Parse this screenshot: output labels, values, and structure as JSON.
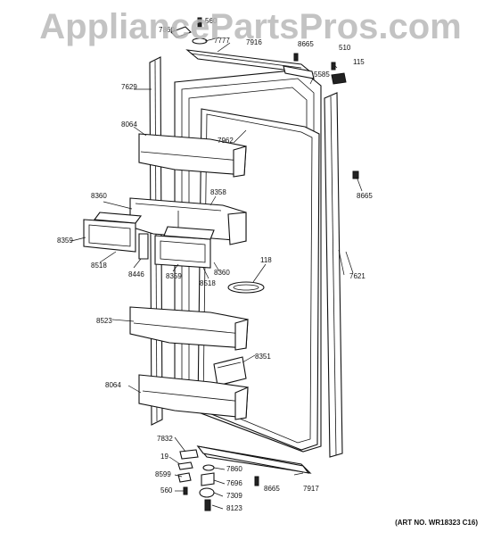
{
  "watermark": "AppliancePartsPros.com",
  "art_number": "(ART NO. WR18323 C16)",
  "callouts": [
    {
      "id": "c560a",
      "label": "560"
    },
    {
      "id": "c7860a",
      "label": "7860"
    },
    {
      "id": "c7777",
      "label": "7777"
    },
    {
      "id": "c7916",
      "label": "7916"
    },
    {
      "id": "c8665a",
      "label": "8665"
    },
    {
      "id": "c510",
      "label": "510"
    },
    {
      "id": "c115",
      "label": "115"
    },
    {
      "id": "c7629",
      "label": "7629"
    },
    {
      "id": "c5585",
      "label": "5585"
    },
    {
      "id": "c8064a",
      "label": "8064"
    },
    {
      "id": "c7962",
      "label": "7962"
    },
    {
      "id": "c8665b",
      "label": "8665"
    },
    {
      "id": "c8360a",
      "label": "8360"
    },
    {
      "id": "c8358",
      "label": "8358"
    },
    {
      "id": "c8359a",
      "label": "8359"
    },
    {
      "id": "c8518a",
      "label": "8518"
    },
    {
      "id": "c8446",
      "label": "8446"
    },
    {
      "id": "c8359b",
      "label": "8359"
    },
    {
      "id": "c8518b",
      "label": "8518"
    },
    {
      "id": "c8360b",
      "label": "8360"
    },
    {
      "id": "c118",
      "label": "118"
    },
    {
      "id": "c7621",
      "label": "7621"
    },
    {
      "id": "c8523",
      "label": "8523"
    },
    {
      "id": "c8351",
      "label": "8351"
    },
    {
      "id": "c8064b",
      "label": "8064"
    },
    {
      "id": "c7832",
      "label": "7832"
    },
    {
      "id": "c19",
      "label": "19"
    },
    {
      "id": "c7860b",
      "label": "7860"
    },
    {
      "id": "c8599",
      "label": "8599"
    },
    {
      "id": "c7696",
      "label": "7696"
    },
    {
      "id": "c8665c",
      "label": "8665"
    },
    {
      "id": "c7917",
      "label": "7917"
    },
    {
      "id": "c560b",
      "label": "560"
    },
    {
      "id": "c7309",
      "label": "7309"
    },
    {
      "id": "c8123",
      "label": "8123"
    }
  ]
}
